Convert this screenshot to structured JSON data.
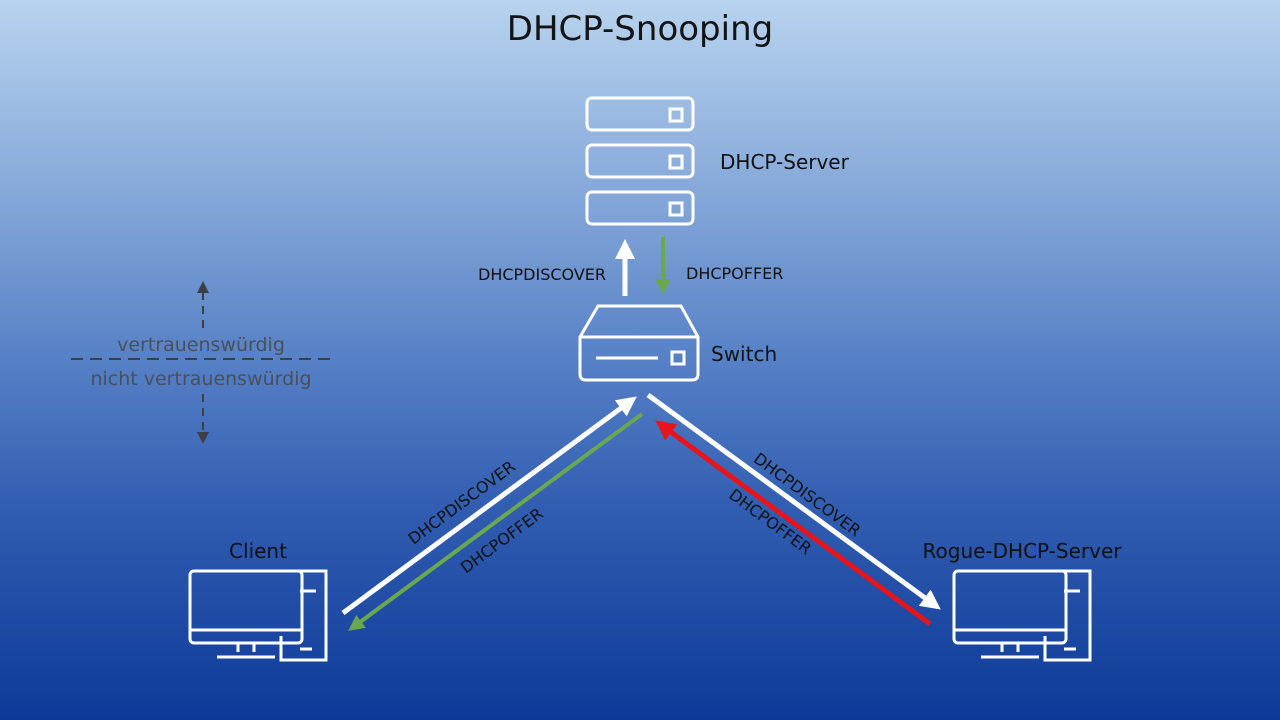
{
  "title": "DHCP-Snooping",
  "nodes": {
    "dhcp_server": "DHCP-Server",
    "switch": "Switch",
    "client": "Client",
    "rogue_server": "Rogue-DHCP-Server"
  },
  "trust": {
    "trusted": "vertrauenswürdig",
    "untrusted": "nicht vertrauenswürdig"
  },
  "messages": {
    "server_up": "DHCPDISCOVER",
    "server_down": "DHCPOFFER",
    "client_up": "DHCPDISCOVER",
    "client_down": "DHCPOFFER",
    "rogue_discover": "DHCPDISCOVER",
    "rogue_offer": "DHCPOFFER"
  },
  "colors": {
    "discover": "#ffffff",
    "offer_legit": "#6aa84f",
    "offer_rogue": "#e8141c",
    "icon_stroke": "#ffffff",
    "trust_line": "#3d3f47"
  },
  "icons": {
    "server": "server-rack-icon",
    "switch": "network-switch-icon",
    "client": "desktop-computer-icon",
    "rogue": "desktop-computer-icon"
  }
}
